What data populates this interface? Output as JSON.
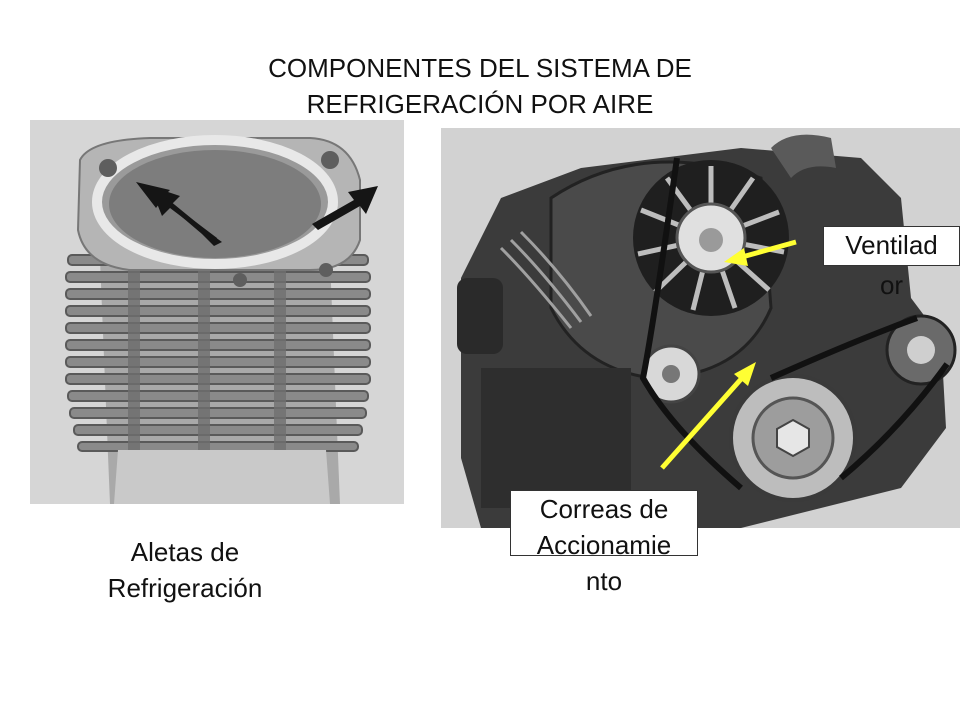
{
  "title": {
    "line1": "COMPONENTES DEL SISTEMA DE",
    "line2": "REFRIGERACIÓN POR AIRE"
  },
  "caption_left": {
    "line1": "Aletas de",
    "line2": "Refrigeración"
  },
  "label_fan": {
    "line1": "Ventilad",
    "line2": "or"
  },
  "label_belts": {
    "line1": "Correas de",
    "line2": "Accionamie",
    "line3": "nto"
  },
  "colors": {
    "pointer": "#ffff33",
    "text": "#111111",
    "background": "#ffffff"
  }
}
